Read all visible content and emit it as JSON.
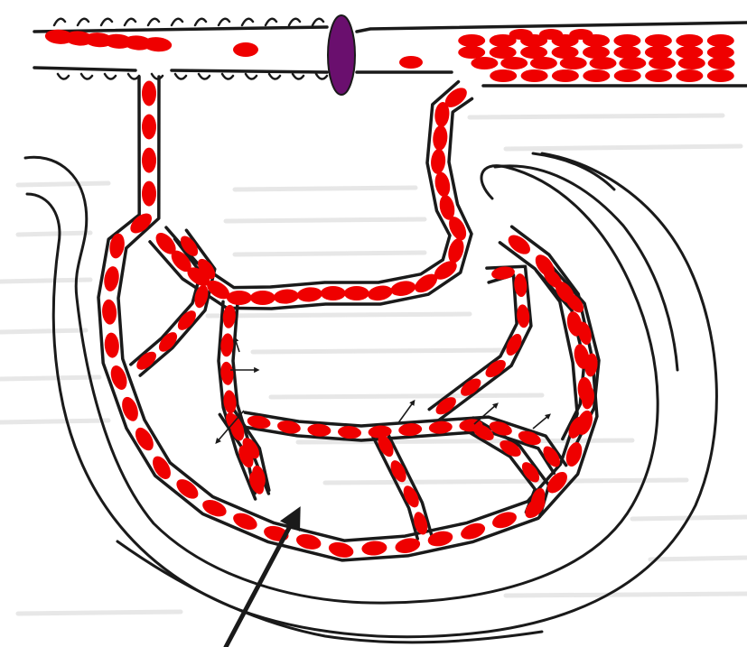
{
  "diagram": {
    "subject": "capillary-network",
    "colors": {
      "background": "#ffffff",
      "background_text": "#cfcfcf",
      "ink": "#1a1a1a",
      "red_blood_cell": "#ef0000",
      "sphincter": "#6a0f6e"
    },
    "elements": {
      "arteriole": "arteriole-vessel",
      "venule": "venule-vessel",
      "sphincter": "precapillary-sphincter",
      "capillary_bed": "capillary-bed",
      "tissue_outline": "tissue-outline",
      "pointer": "pointer-arrow"
    }
  }
}
